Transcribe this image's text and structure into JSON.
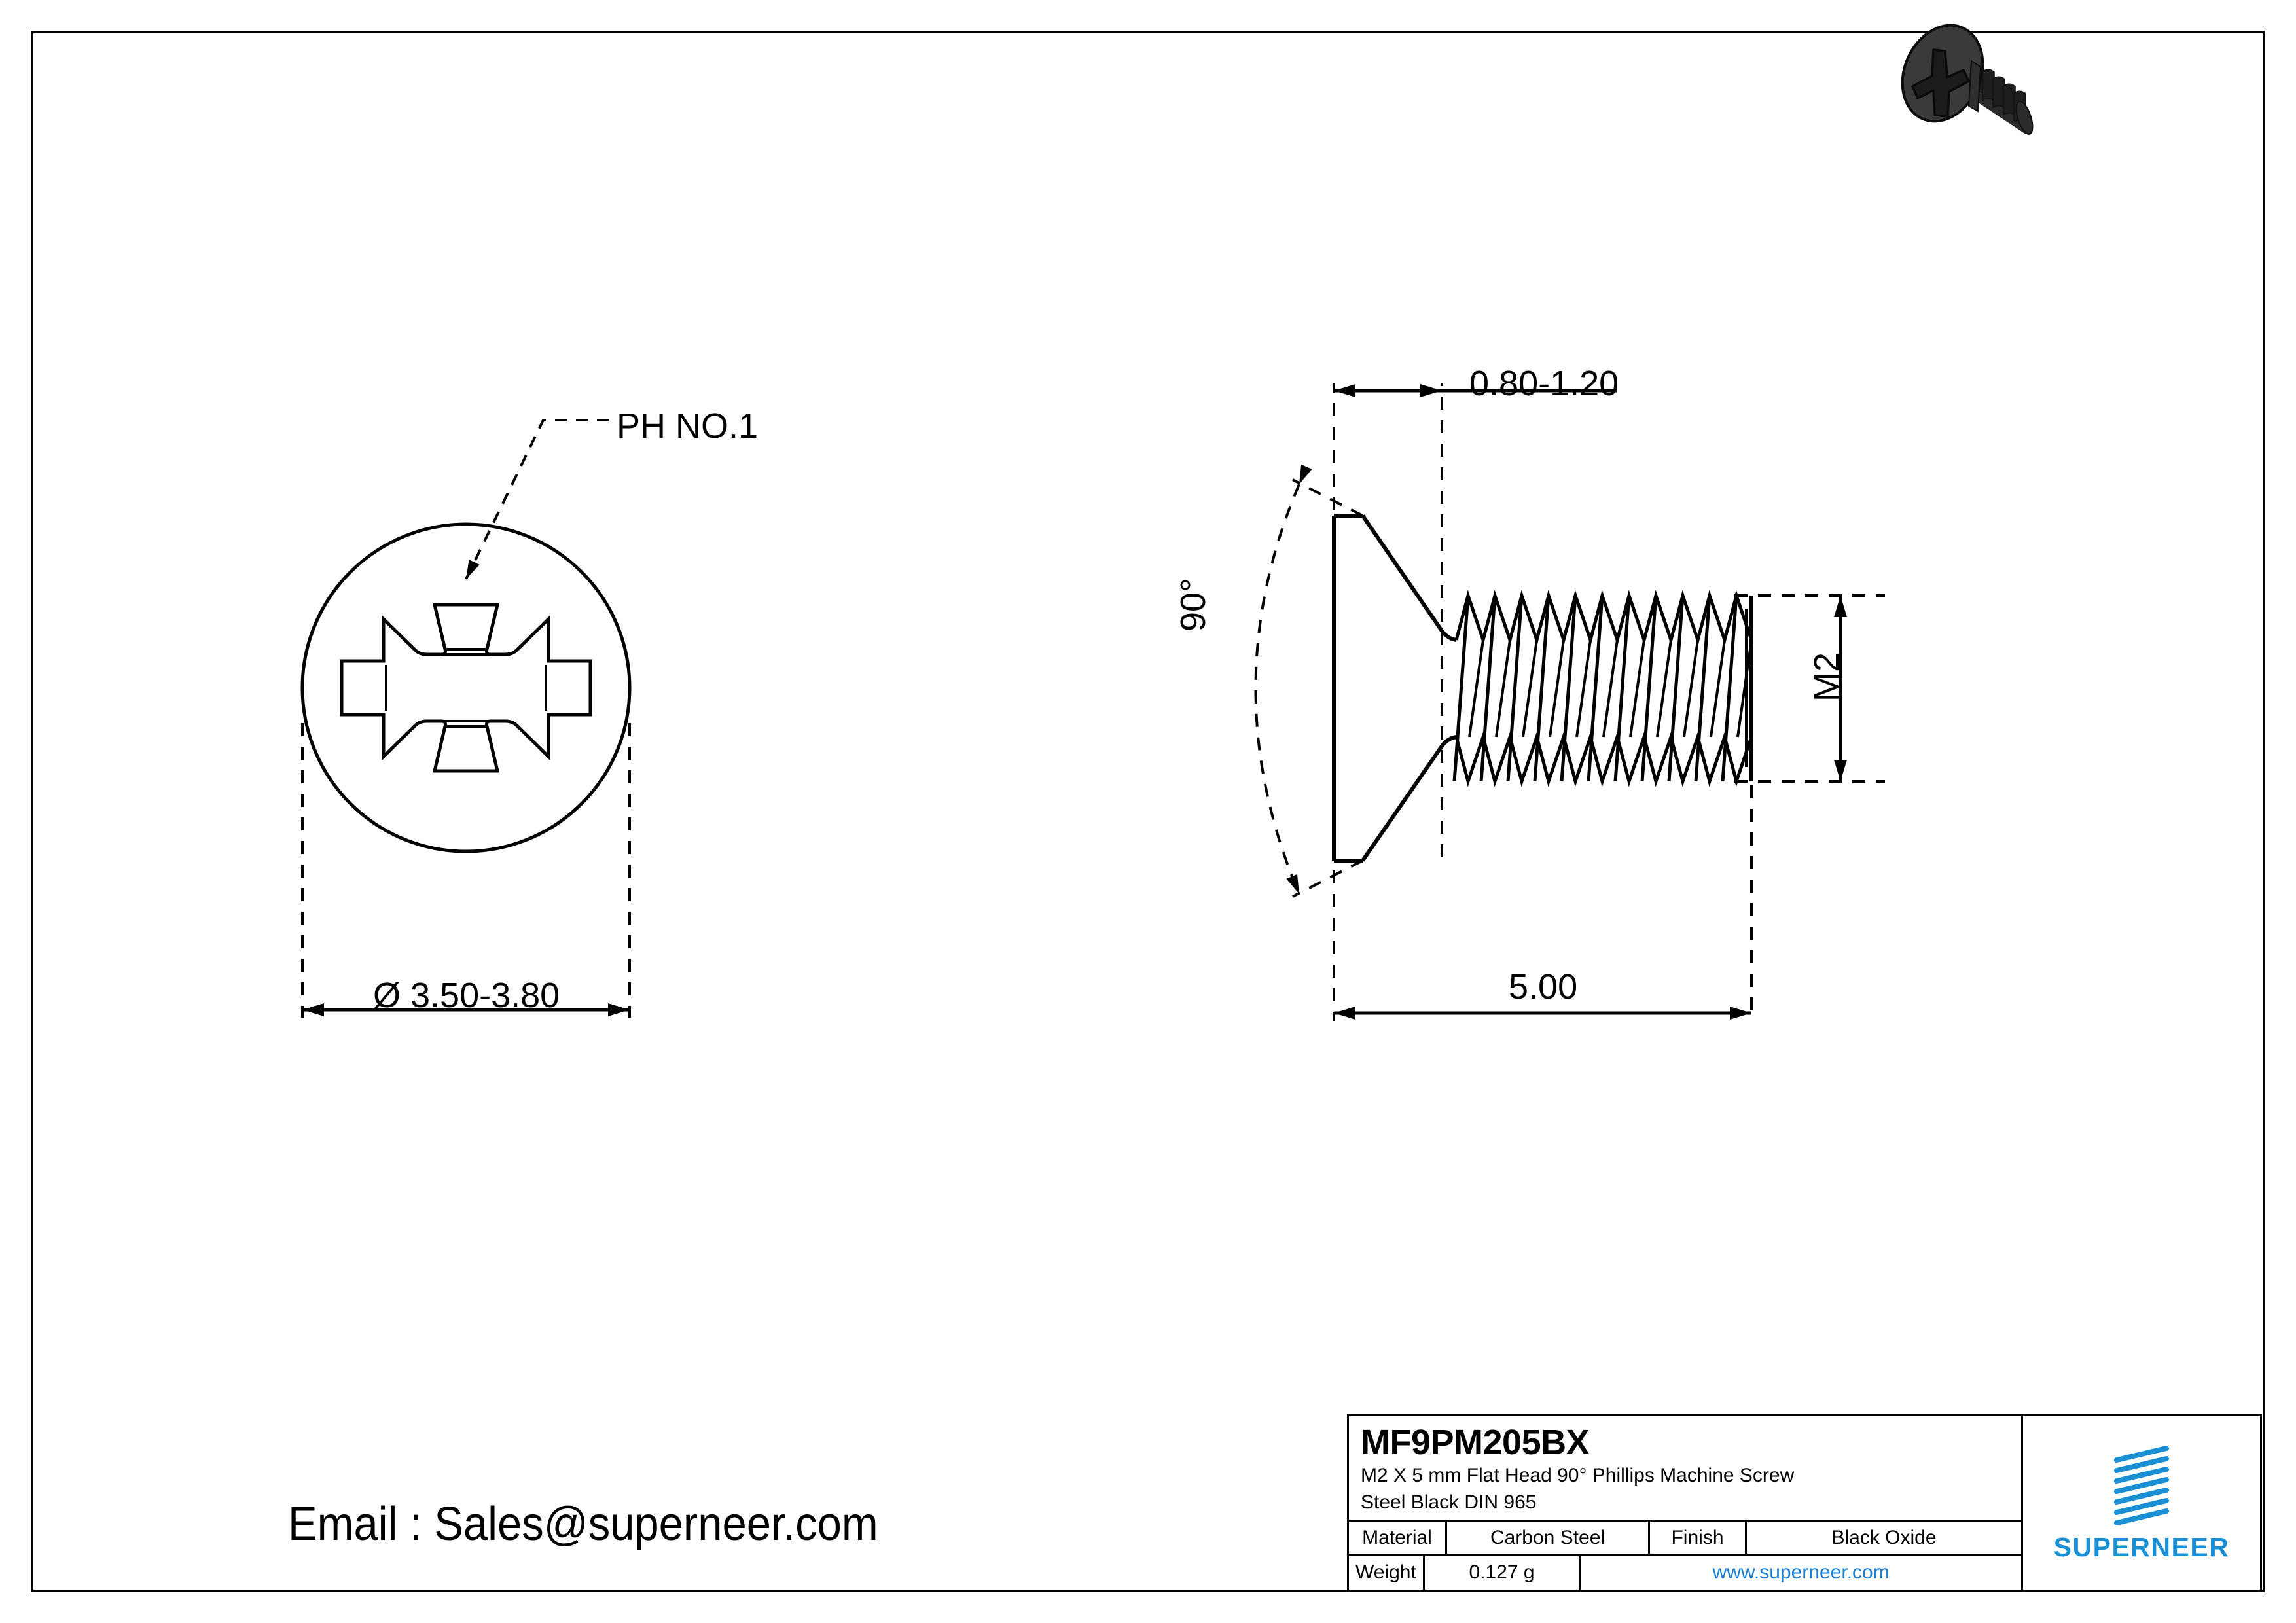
{
  "drawing": {
    "part_number": "MF9PM205BX",
    "description_line1": "M2 X 5 mm  Flat Head 90° Phillips Machine Screw",
    "description_line2": "Steel Black DIN 965",
    "email_label": "Email : Sales@superneer.com"
  },
  "annotations": {
    "drive_callout": "PH NO.1",
    "head_diameter": "Ø 3.50-3.80",
    "head_height": "0.80-1.20",
    "overall_length": "5.00",
    "head_angle": "90°",
    "thread_size": "M2"
  },
  "title_block": {
    "material_label": "Material",
    "material_value": "Carbon Steel",
    "finish_label": "Finish",
    "finish_value": "Black Oxide",
    "weight_label": "Weight",
    "weight_value": "0.127 g",
    "website": "www.superneer.com",
    "brand": "SUPERNEER"
  },
  "colors": {
    "line": "#000000",
    "brand_blue": "#1b8fd4",
    "link_blue": "#1b7fd4",
    "screw_body": "#3a3a3a",
    "screw_dark": "#1e1e1e",
    "background": "#ffffff"
  }
}
